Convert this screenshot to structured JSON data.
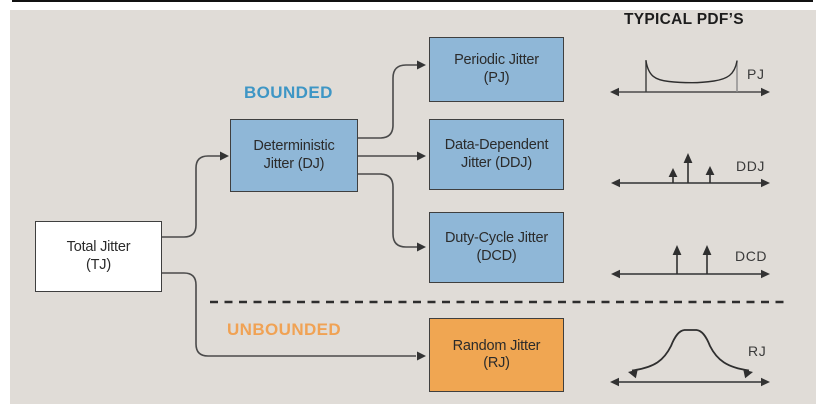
{
  "diagram": {
    "pdf_heading": "TYPICAL PDF’S",
    "bounded_label": "BOUNDED",
    "unbounded_label": "UNBOUNDED",
    "nodes": {
      "total": {
        "line1": "Total Jitter",
        "line2": "(TJ)"
      },
      "deterministic": {
        "line1": "Deterministic",
        "line2": "Jitter (DJ)"
      },
      "periodic": {
        "line1": "Periodic Jitter",
        "line2": "(PJ)"
      },
      "data_dependent": {
        "line1": "Data-Dependent",
        "line2": "Jitter (DDJ)"
      },
      "duty_cycle": {
        "line1": "Duty-Cycle Jitter",
        "line2": "(DCD)"
      },
      "random": {
        "line1": "Random Jitter",
        "line2": "(RJ)"
      }
    },
    "pdf_labels": {
      "pj": "PJ",
      "ddj": "DDJ",
      "dcd": "DCD",
      "rj": "RJ"
    },
    "colors": {
      "panel_background": "#e0dcd7",
      "bounded_box_fill": "#8fb7d7",
      "unbounded_box_fill": "#f0a652",
      "bounded_label_text": "#3e96c5",
      "unbounded_label_text": "#f0a254",
      "connector_line": "#4a4a4a",
      "node_text": "#2b2b2b"
    }
  }
}
